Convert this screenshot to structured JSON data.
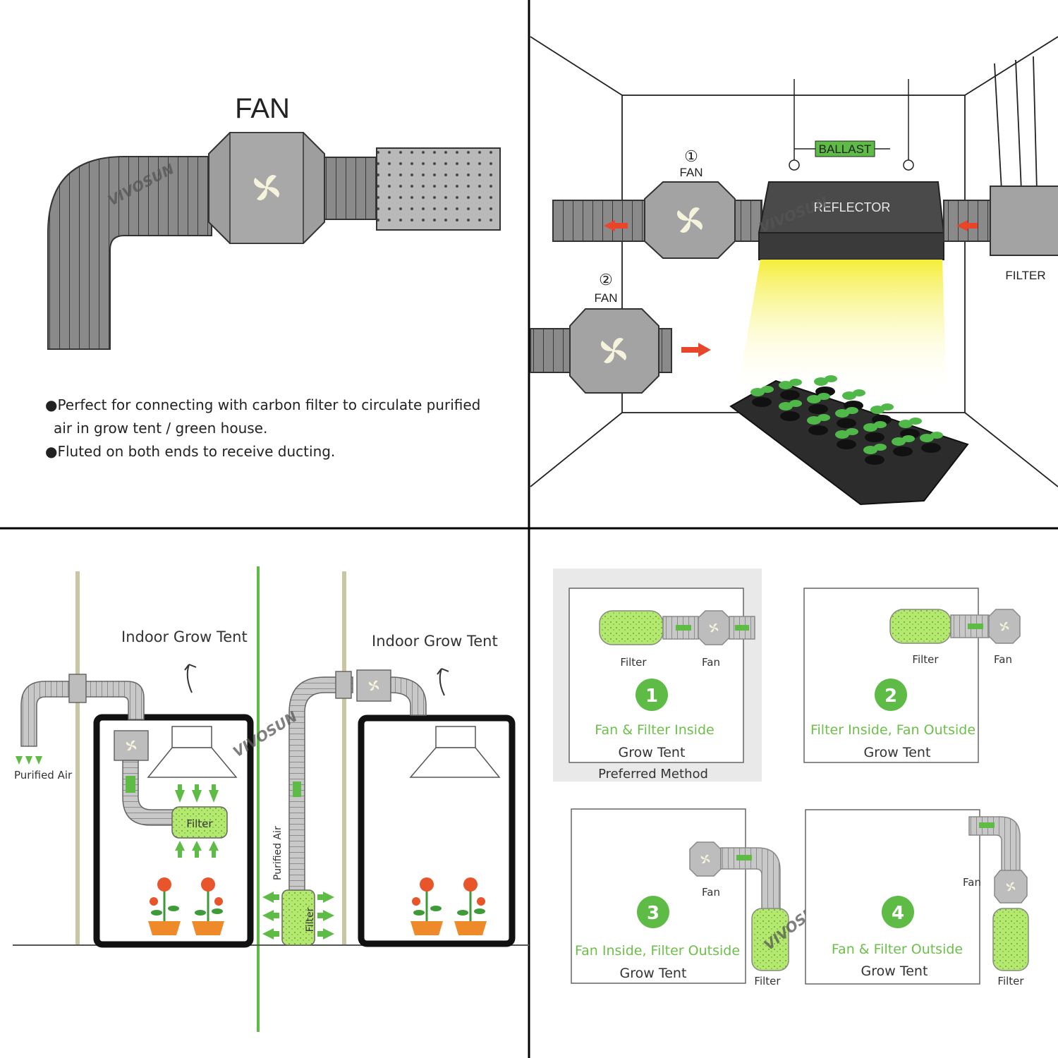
{
  "colors": {
    "green": "#5dbb46",
    "light_green": "#b5e86e",
    "duct_grey": "#8a8a8a",
    "dark_grey": "#3c3c3c",
    "light_yellow": "#f5f06a",
    "arrow_red": "#e8462b",
    "fan_icon": "#f6f3dc"
  },
  "panel1": {
    "title": "FAN",
    "watermark": "VIVOSUN",
    "bullets": [
      "Perfect for connecting with carbon filter to circulate purified",
      "air in grow tent / green house.",
      "Fluted on both ends to receive ducting."
    ]
  },
  "panel2": {
    "fan1_number": "①",
    "fan1_label": "FAN",
    "fan2_number": "②",
    "fan2_label": "FAN",
    "ballast": "BALLAST",
    "reflector": "REFLECTOR",
    "filter": "FILTER",
    "watermark": "VIVOSUN"
  },
  "panel3": {
    "tent_left": "Indoor Grow Tent",
    "tent_right": "Indoor Grow Tent",
    "purified_air_left": "Purified Air",
    "purified_air_vertical": "Purified Air",
    "filter_left": "Filter",
    "filter_right": "Filter",
    "watermark": "VIVOSUN"
  },
  "panel4": {
    "methods": [
      {
        "number": "1",
        "title": "Fan & Filter Inside",
        "subtitle": "Grow Tent",
        "filter_label": "Filter",
        "fan_label": "Fan",
        "note": "Preferred Method"
      },
      {
        "number": "2",
        "title": "Filter Inside, Fan Outside",
        "subtitle": "Grow Tent",
        "filter_label": "Filter",
        "fan_label": "Fan"
      },
      {
        "number": "3",
        "title": "Fan Inside, Filter Outside",
        "subtitle": "Grow Tent",
        "filter_label": "Filter",
        "fan_label": "Fan"
      },
      {
        "number": "4",
        "title": "Fan & Filter Outside",
        "subtitle": "Grow Tent",
        "filter_label": "Filter",
        "fan_label": "Fan"
      }
    ],
    "watermark": "VIVOSUN"
  }
}
